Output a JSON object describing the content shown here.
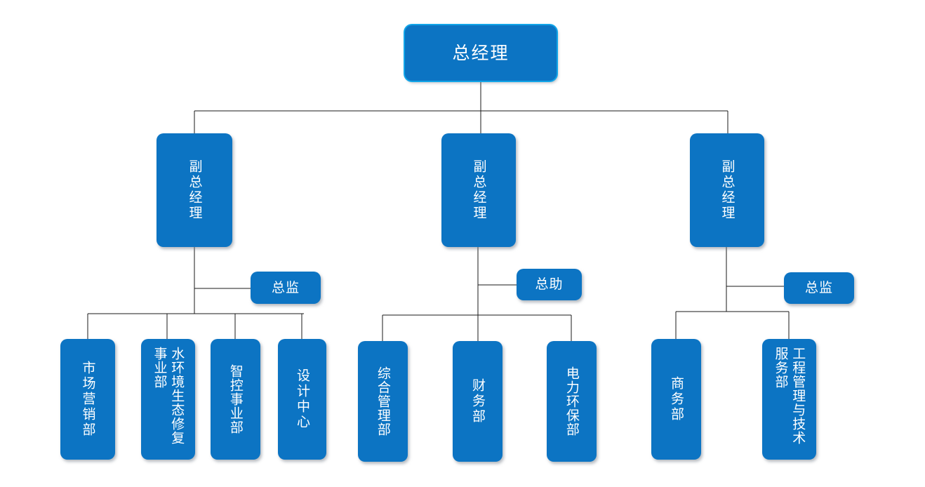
{
  "chart_meta": {
    "type": "org-chart",
    "orientation": "top-down",
    "levels": 4,
    "background_color": "#FFFFFF",
    "node_fill_color": "#0C74C3",
    "node_text_color": "#FFFFFF",
    "node_rim_color": "#12A5E8",
    "connector_color": "#1A1A1A",
    "text_direction": "vertical-rl"
  },
  "root": {
    "id": "gm",
    "label": "总经理"
  },
  "branches": [
    {
      "id": "branch-left",
      "vp": {
        "id": "vp-1",
        "label": "副总经理"
      },
      "staff": {
        "id": "staff-1",
        "label": "总监"
      },
      "departments": [
        {
          "id": "dept-marketing",
          "label": "市场营销部",
          "columns": [
            "市场营销部"
          ]
        },
        {
          "id": "dept-water-eco",
          "label": "水环境生态修复事业部",
          "columns": [
            "修复事业部",
            "水环境生态"
          ]
        },
        {
          "id": "dept-smart-control",
          "label": "智控事业部",
          "columns": [
            "智控事业部"
          ]
        },
        {
          "id": "dept-design-center",
          "label": "设计中心",
          "columns": [
            "设计中心"
          ]
        }
      ]
    },
    {
      "id": "branch-middle",
      "vp": {
        "id": "vp-2",
        "label": "副总经理"
      },
      "staff": {
        "id": "staff-2",
        "label": "总助"
      },
      "departments": [
        {
          "id": "dept-general-admin",
          "label": "综合管理部",
          "columns": [
            "综合管理部"
          ]
        },
        {
          "id": "dept-finance",
          "label": "财务部",
          "columns": [
            "财务部"
          ]
        },
        {
          "id": "dept-power-env",
          "label": "电力环保部",
          "columns": [
            "电力环保部"
          ]
        }
      ]
    },
    {
      "id": "branch-right",
      "vp": {
        "id": "vp-3",
        "label": "副总经理"
      },
      "staff": {
        "id": "staff-3",
        "label": "总监"
      },
      "departments": [
        {
          "id": "dept-business",
          "label": "商务部",
          "columns": [
            "商务部"
          ]
        },
        {
          "id": "dept-eng-tech",
          "label": "工程管理与技术服务部",
          "columns": [
            "工程管理部",
            "技术服务与"
          ]
        }
      ]
    }
  ]
}
